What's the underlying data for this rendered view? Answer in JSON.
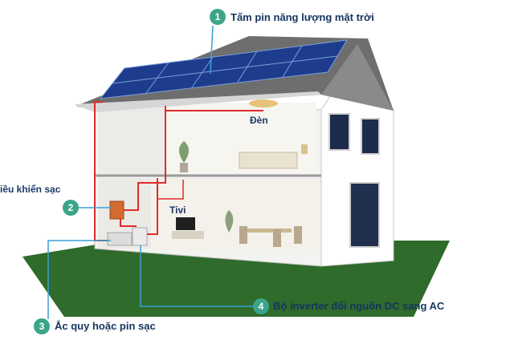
{
  "callouts": [
    {
      "number": "1",
      "label": "Tấm pin năng lượng mặt trời"
    },
    {
      "number": "2",
      "label": "iều khiển sạc"
    },
    {
      "number": "3",
      "label": "Ắc quy hoặc pin sạc"
    },
    {
      "number": "4",
      "label": "Bộ inverter đổi nguồn DC sang AC"
    }
  ],
  "room_labels": {
    "lamp": "Đèn",
    "tv": "Tivi"
  },
  "colors": {
    "badge": "#3ba58a",
    "wire": "#e02b2b",
    "lead_line": "#3b9fd6",
    "ground": "#2f6b2b"
  }
}
